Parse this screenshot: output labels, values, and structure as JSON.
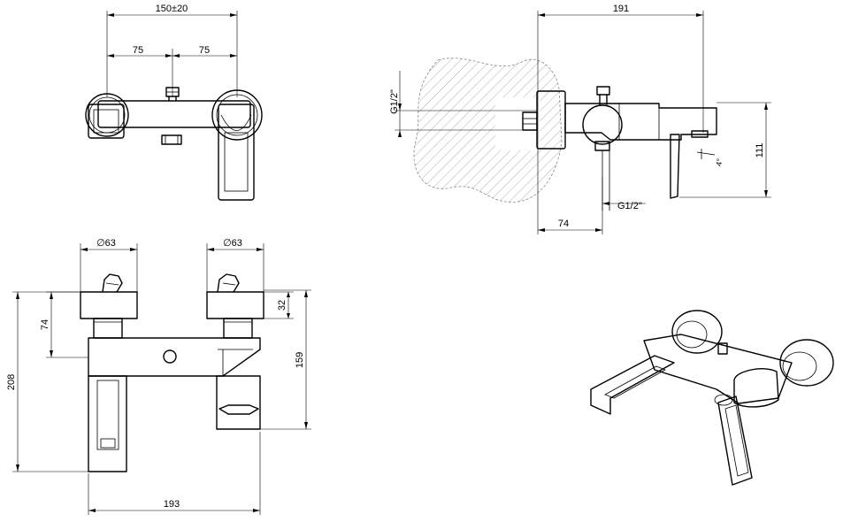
{
  "dimensions": {
    "top_width": "150±20",
    "top_left_half": "75",
    "top_right_half": "75",
    "side_depth": "191",
    "side_thread_wall": "G1/2\"",
    "side_thread_bottom": "G1/2\"",
    "side_height": "111",
    "side_offset": "74",
    "side_angle": "4°",
    "front_diam_left": "∅63",
    "front_diam_right": "∅63",
    "front_height_total": "208",
    "front_height_inlet": "74",
    "front_cap_height": "32",
    "front_spout_height": "159",
    "front_width": "193"
  }
}
